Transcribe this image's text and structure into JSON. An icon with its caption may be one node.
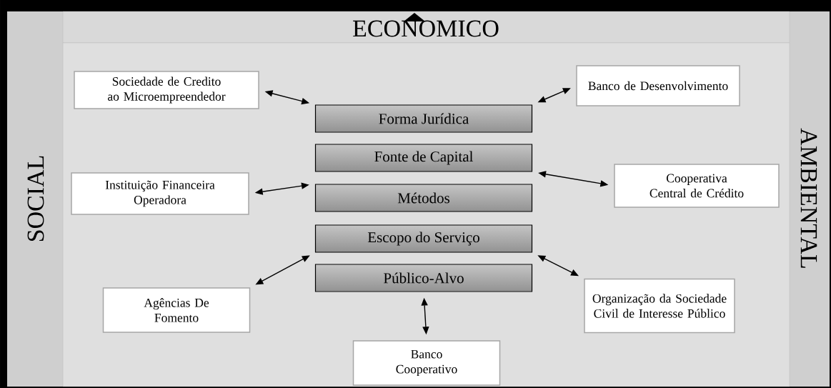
{
  "diagram": {
    "nodes": [
      {
        "text": [
          "ECONOMICO"
        ]
      },
      {
        "text": [
          "SOCIAL"
        ]
      },
      {
        "text": [
          "AMBIENTAL"
        ]
      },
      {
        "text": [
          "Sociedade de Credito ao Microempreendedor"
        ]
      },
      {
        "text": [
          "Banco de Desenvolvimento"
        ]
      },
      {
        "text": [
          "Forma Jurídica"
        ]
      },
      {
        "text": [
          "Fonte de Capital"
        ]
      },
      {
        "text": [
          "Instituição Financeira Operadora"
        ]
      },
      {
        "text": [
          "Cooperativa Central de Crédito"
        ]
      },
      {
        "text": [
          "Métodos"
        ]
      },
      {
        "text": [
          "Escopo do Serviço"
        ]
      },
      {
        "text": [
          "Agências De Fomento"
        ]
      },
      {
        "text": [
          "Organização da Sociedade Civil de Interesse Público"
        ]
      },
      {
        "text": [
          "Público-Alvo"
        ]
      },
      {
        "text": [
          "Banco Cooperativo"
        ]
      }
    ],
    "edges": [
      {
        "from": 3,
        "to": 5,
        "arrow": "both"
      },
      {
        "from": 4,
        "to": 5,
        "arrow": "both"
      },
      {
        "from": 7,
        "to": 9,
        "arrow": "both"
      },
      {
        "from": 8,
        "to": 6,
        "arrow": "both"
      },
      {
        "from": 11,
        "to": 10,
        "arrow": "both"
      },
      {
        "from": 12,
        "to": 10,
        "arrow": "both"
      },
      {
        "from": 14,
        "to": 13,
        "arrow": "both"
      }
    ]
  }
}
